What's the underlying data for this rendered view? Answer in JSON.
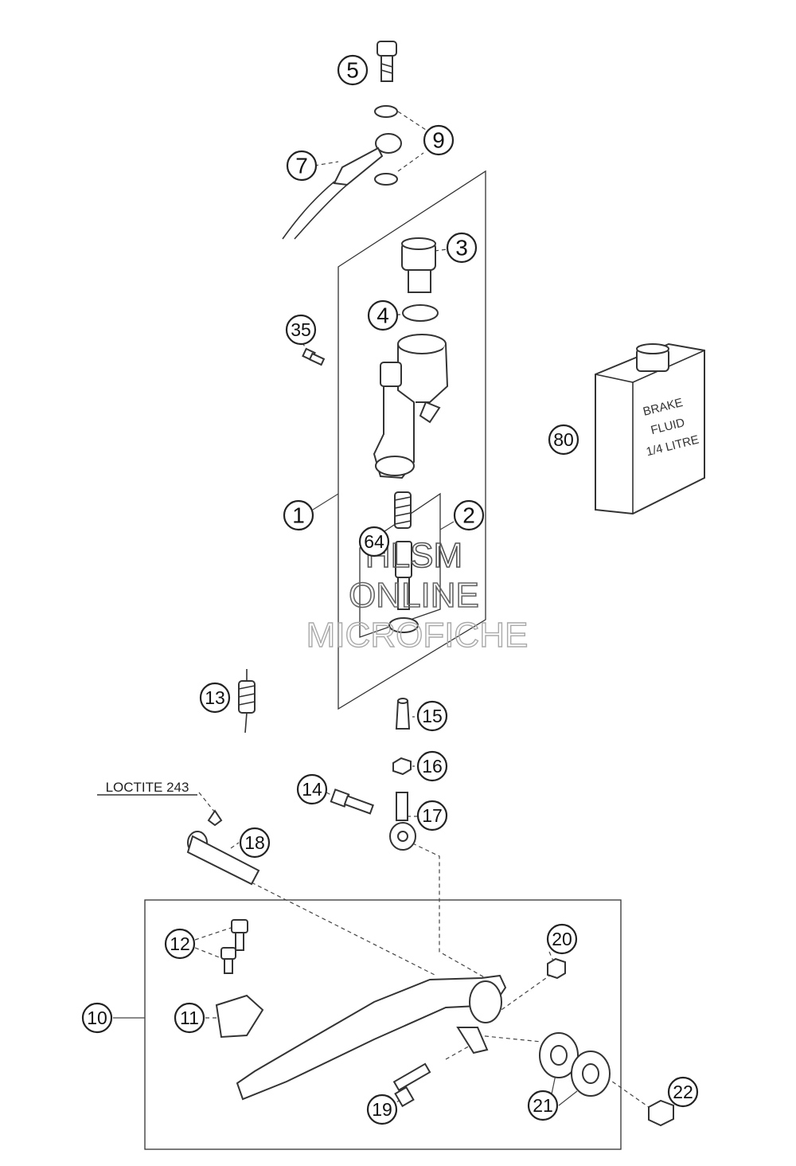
{
  "callouts": [
    {
      "id": "5",
      "label": "5"
    },
    {
      "id": "9",
      "label": "9"
    },
    {
      "id": "7",
      "label": "7"
    },
    {
      "id": "3",
      "label": "3"
    },
    {
      "id": "4",
      "label": "4"
    },
    {
      "id": "35",
      "label": "35"
    },
    {
      "id": "80",
      "label": "80"
    },
    {
      "id": "1",
      "label": "1"
    },
    {
      "id": "2",
      "label": "2"
    },
    {
      "id": "64",
      "label": "64"
    },
    {
      "id": "13",
      "label": "13"
    },
    {
      "id": "15",
      "label": "15"
    },
    {
      "id": "16",
      "label": "16"
    },
    {
      "id": "14",
      "label": "14"
    },
    {
      "id": "17",
      "label": "17"
    },
    {
      "id": "18",
      "label": "18"
    },
    {
      "id": "12",
      "label": "12"
    },
    {
      "id": "20",
      "label": "20"
    },
    {
      "id": "10",
      "label": "10"
    },
    {
      "id": "11",
      "label": "11"
    },
    {
      "id": "19",
      "label": "19"
    },
    {
      "id": "21",
      "label": "21"
    },
    {
      "id": "22",
      "label": "22"
    }
  ],
  "notes": {
    "loctite": "LOCTITE 243"
  },
  "fluid_can": {
    "line1": "BRAKE",
    "line2": "FLUID",
    "line3": "1/4 LITRE"
  },
  "watermark": {
    "line1": "HLSM",
    "line2": "ONLINE",
    "line3": "MICROFICHE"
  }
}
